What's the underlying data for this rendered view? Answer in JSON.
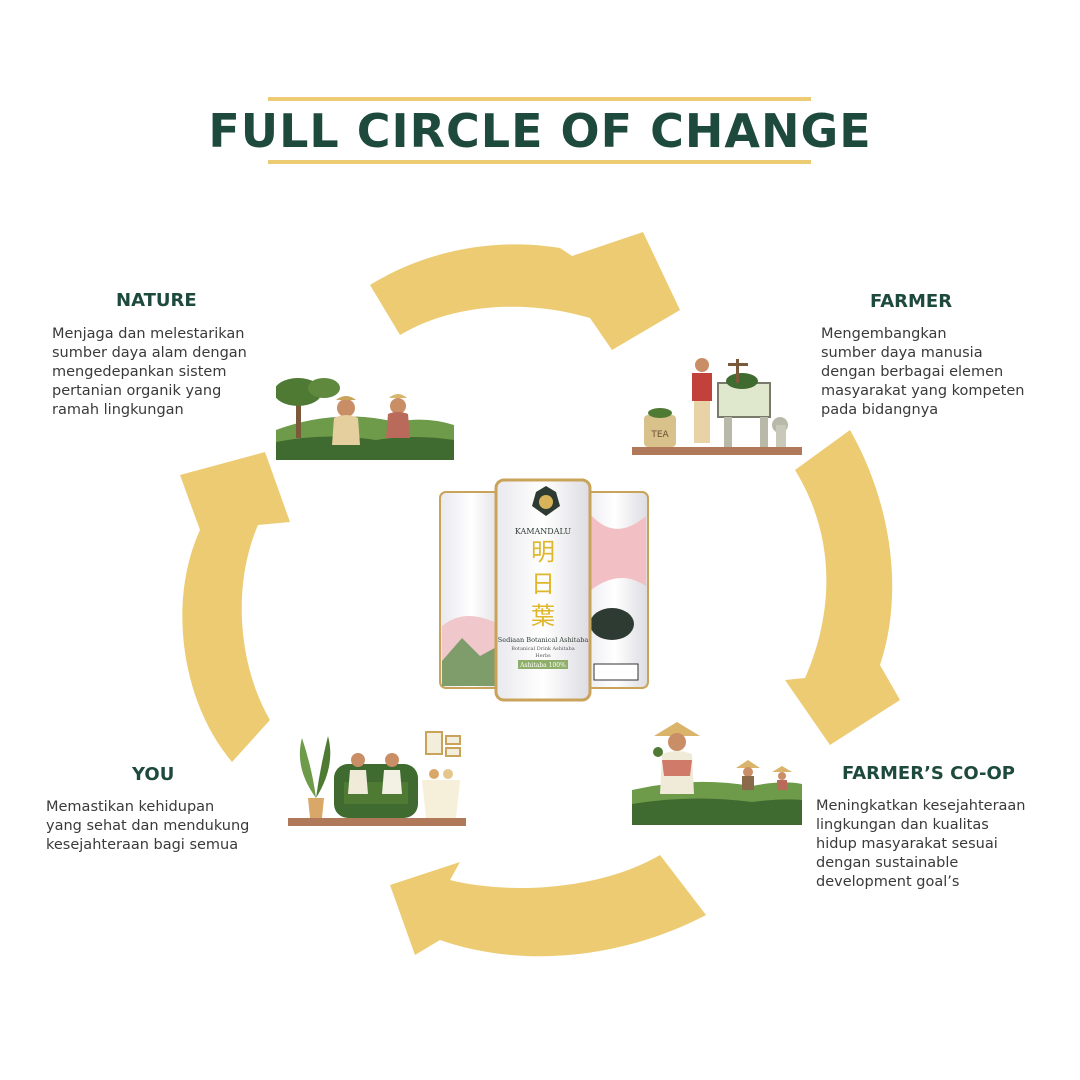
{
  "title": "FULL CIRCLE OF CHANGE",
  "colors": {
    "title": "#1e4a3d",
    "arrow": "#eccb73",
    "text": "#3a3a3a"
  },
  "stages": {
    "nature": {
      "title": "NATURE",
      "lines": [
        "Menjaga dan melestarikan",
        "sumber daya alam dengan",
        "mengedepankan sistem",
        "pertanian organik yang",
        "ramah lingkungan"
      ]
    },
    "farmer": {
      "title": "FARMER",
      "lines": [
        "Mengembangkan",
        "sumber daya manusia",
        "dengan berbagai elemen",
        "masyarakat yang kompeten",
        "pada bidangnya"
      ]
    },
    "coop": {
      "title": "FARMER’S CO-OP",
      "lines": [
        "Meningkatkan kesejahteraan",
        "lingkungan dan kualitas",
        "hidup masyarakat sesuai",
        "dengan sustainable",
        "development goal’s"
      ]
    },
    "you": {
      "title": "YOU",
      "lines": [
        "Memastikan kehidupan",
        "yang sehat dan mendukung",
        "kesejahteraan bagi semua"
      ]
    }
  },
  "product": {
    "brand": "KAMANDALU",
    "glyphs": [
      "明",
      "日",
      "葉"
    ],
    "name": "Sediaan Botanical Ashitaba",
    "sub": "Botanical Drink Ashitaba",
    "sub2": "Herbs",
    "badge": "Ashitaba 100%",
    "bag_label": "TEA"
  }
}
